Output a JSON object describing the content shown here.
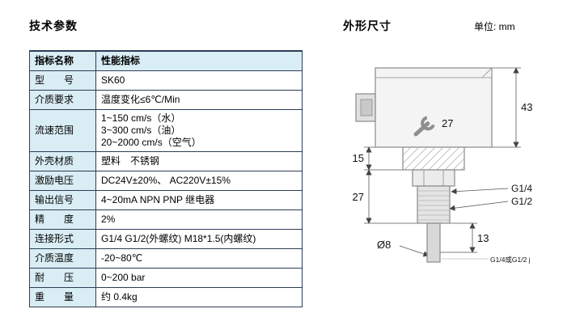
{
  "page": {
    "left_title": "技术参数",
    "right_title": "外形尺寸",
    "unit_label": "单位: mm"
  },
  "table": {
    "headers": [
      "指标名称",
      "性能指标"
    ],
    "rows": [
      {
        "name": "型　　号",
        "value": "SK60"
      },
      {
        "name": "介质要求",
        "value": "温度变化≤6℃/Min"
      },
      {
        "name": "流速范围",
        "value": "1~150 cm/s（水）\n3~300 cm/s（油）\n20~2000 cm/s（空气）"
      },
      {
        "name": "外壳材质",
        "value": "塑料　不锈钢"
      },
      {
        "name": "激励电压",
        "value": "DC24V±20%、 AC220V±15%"
      },
      {
        "name": "输出信号",
        "value": "4~20mA  NPN  PNP  继电器"
      },
      {
        "name": "精　　度",
        "value": "2%"
      },
      {
        "name": "连接形式",
        "value": "G1/4 G1/2(外螺纹)  M18*1.5(内螺纹)"
      },
      {
        "name": "介质温度",
        "value": "-20~80℃"
      },
      {
        "name": "耐　　压",
        "value": "0~200 bar"
      },
      {
        "name": "重　　量",
        "value": "约 0.4kg"
      }
    ]
  },
  "drawing": {
    "dim_height": "43",
    "wrench_size": "27",
    "dim_flange": "15",
    "dim_thread_section": "27",
    "thread_label_top": "G1/4",
    "thread_label_bottom": "G1/2",
    "dim_probe": "13",
    "probe_diameter": "Ø8",
    "footnote": "G1/4或G1/2 j"
  }
}
